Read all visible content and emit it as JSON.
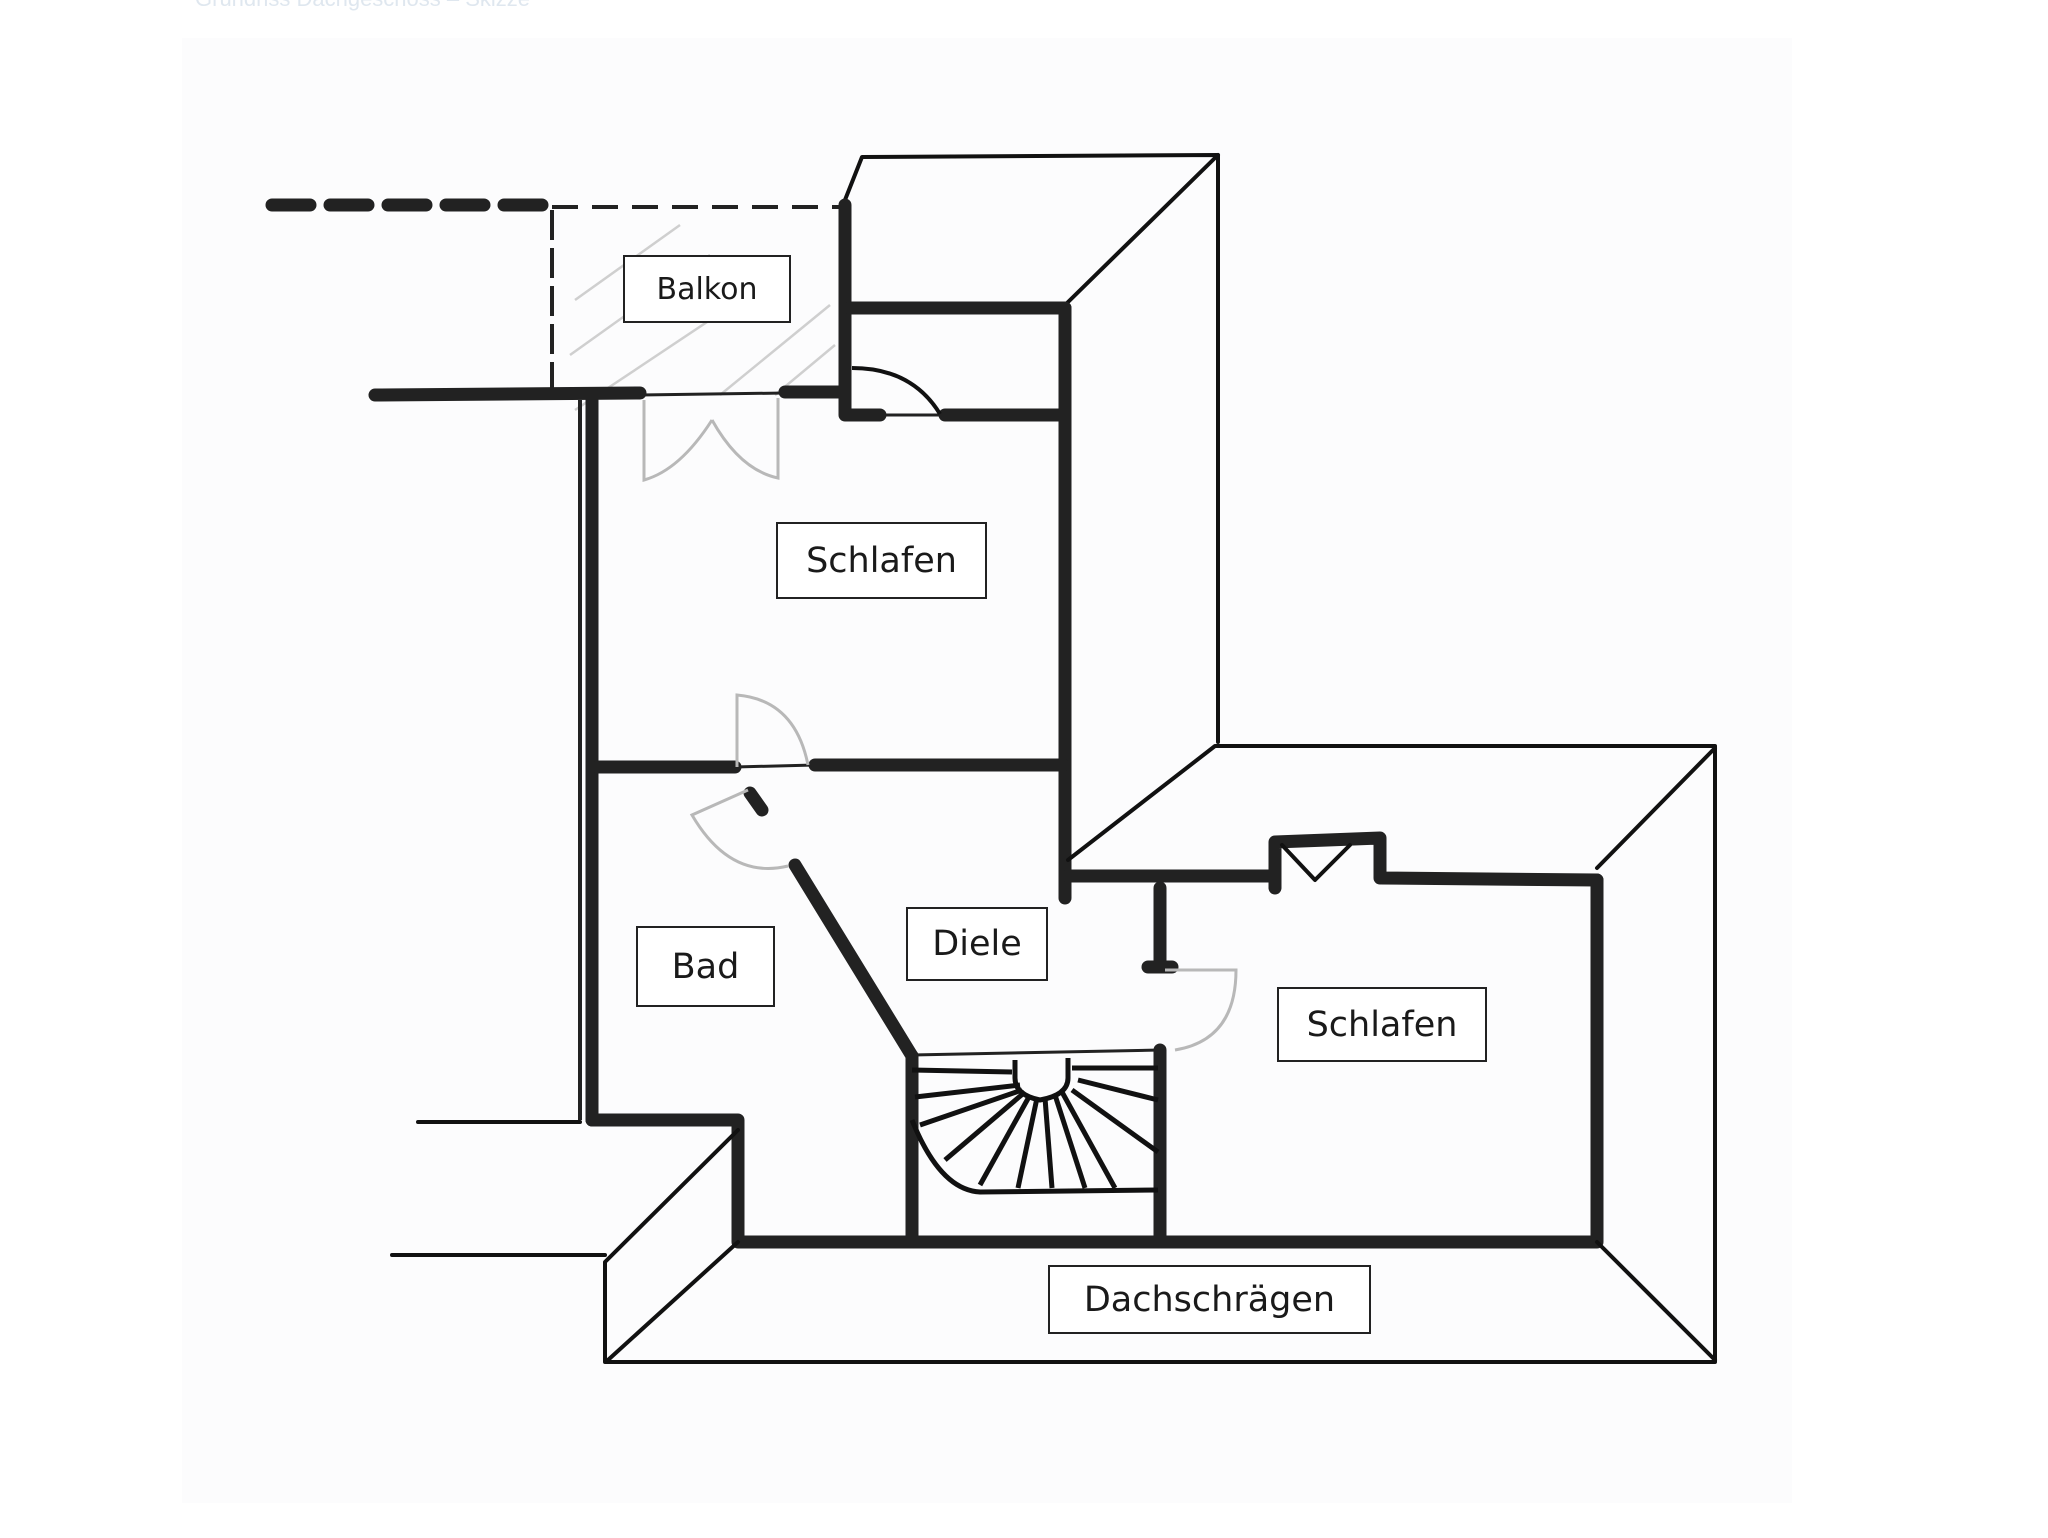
{
  "caption": "Grundriss Dachgeschoss – Skizze",
  "rooms": {
    "balkon": "Balkon",
    "schlafen_1": "Schlafen",
    "bad": "Bad",
    "diele": "Diele",
    "schlafen_2": "Schlafen",
    "dachschraegen": "Dachschrägen"
  },
  "colors": {
    "wall": "#222222",
    "door_swing": "#b8b8b8",
    "label_border": "#222222",
    "background": "#ffffff"
  }
}
